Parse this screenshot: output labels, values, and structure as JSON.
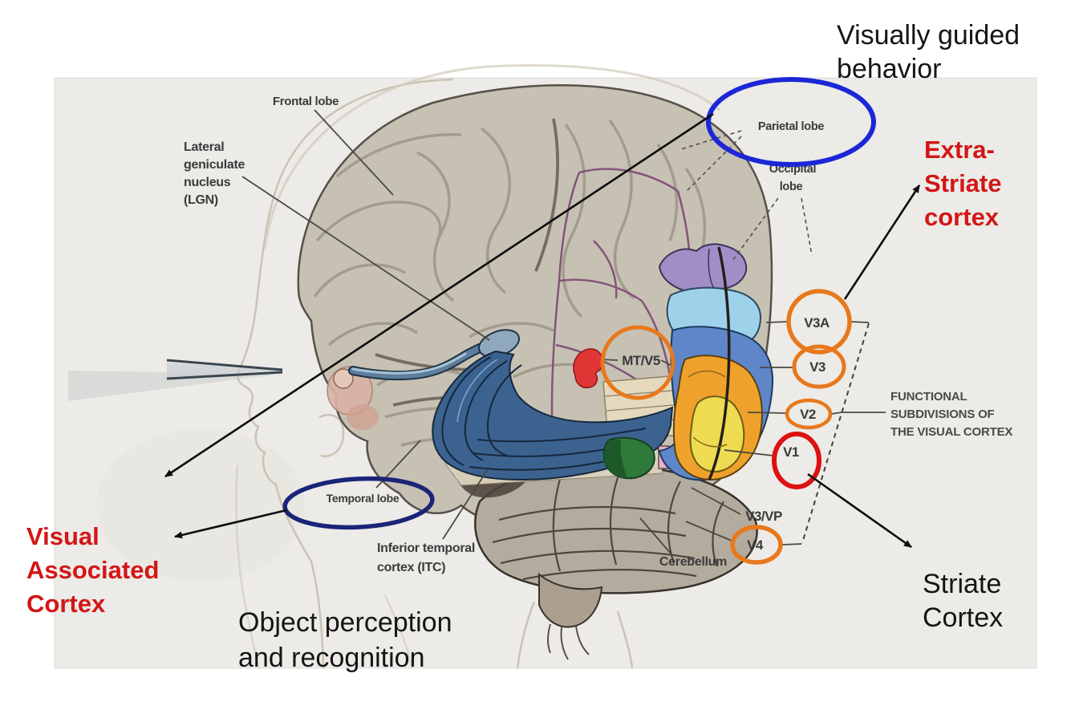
{
  "page": {
    "background": "#ffffff",
    "panel_color": "#ecebe7",
    "panel_border": "#e0ddd7"
  },
  "overlay_text": {
    "visually_guided": {
      "line1": "Visually guided",
      "line2": "behavior",
      "color": "#151515"
    },
    "extra_striate": {
      "line1": "Extra-",
      "line2": "Striate",
      "line3": "cortex",
      "color": "#d31616"
    },
    "visual_associated": {
      "line1": "Visual",
      "line2": "Associated",
      "line3": "Cortex",
      "color": "#d31616"
    },
    "object_perception": {
      "line1": "Object perception",
      "line2": "and recognition",
      "color": "#151515"
    },
    "striate_cortex": {
      "line1": "Striate",
      "line2": "Cortex",
      "color": "#151515"
    }
  },
  "diagram_labels": {
    "frontal_lobe": "Frontal lobe",
    "lgn": {
      "line1": "Lateral",
      "line2": "geniculate",
      "line3": "nucleus",
      "line4": "(LGN)"
    },
    "parietal_lobe": "Parietal lobe",
    "occipital_lobe": {
      "line1": "Occipital",
      "line2": "lobe"
    },
    "temporal_lobe": "Temporal lobe",
    "itc": {
      "line1": "Inferior temporal",
      "line2": "cortex (ITC)"
    },
    "cerebellum": "Cerebellum",
    "mt_v5": "MT/V5",
    "v3a": "V3A",
    "v3": "V3",
    "v2": "V2",
    "v1": "V1",
    "v3vp": "V3/VP",
    "v4": "V4",
    "functional": {
      "line1": "FUNCTIONAL",
      "line2": "SUBDIVISIONS OF",
      "line3": "THE VISUAL CORTEX"
    }
  },
  "highlights": {
    "orange_ring": "#e8781c",
    "red_ring": "#dc1111",
    "blue_ellipse": "#1b27d6",
    "navy_ellipse": "#1a2478",
    "arrow_color": "#0e0e0e"
  },
  "brain_colors": {
    "cortex_gray": "#c7c1b4",
    "v3a_patch": "#a28ec6",
    "v3_patch": "#9ed2ea",
    "v3vp_band": "#5e86c8",
    "v2_band": "#efa22b",
    "v1_patch": "#eedb52",
    "v4_patch": "#2d7a3a",
    "pink_patch": "#f0b0c6",
    "mt_blob": "#e23535",
    "optic_radiation": "#3c6290"
  }
}
